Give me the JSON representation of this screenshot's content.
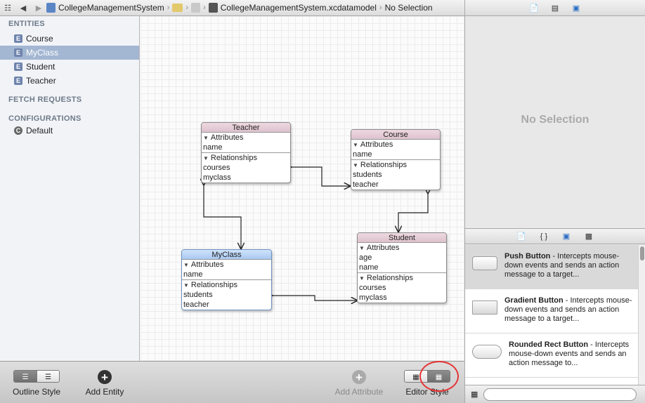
{
  "jumpbar": {
    "crumbs": [
      "CollegeManagementSystem",
      "",
      "",
      "CollegeManagementSystem.xcdatamodel",
      "No Selection"
    ]
  },
  "sidebar": {
    "entities_header": "ENTITIES",
    "entities": [
      {
        "label": "Course",
        "selected": false
      },
      {
        "label": "MyClass",
        "selected": true
      },
      {
        "label": "Student",
        "selected": false
      },
      {
        "label": "Teacher",
        "selected": false
      }
    ],
    "fetch_header": "FETCH REQUESTS",
    "config_header": "CONFIGURATIONS",
    "configurations": [
      {
        "label": "Default"
      }
    ]
  },
  "diagram": {
    "teacher": {
      "title": "Teacher",
      "attributes_label": "Attributes",
      "attributes": [
        "name"
      ],
      "relationships_label": "Relationships",
      "relationships": [
        "courses",
        "myclass"
      ]
    },
    "course": {
      "title": "Course",
      "attributes_label": "Attributes",
      "attributes": [
        "name"
      ],
      "relationships_label": "Relationships",
      "relationships": [
        "students",
        "teacher"
      ]
    },
    "student": {
      "title": "Student",
      "attributes_label": "Attributes",
      "attributes": [
        "age",
        "name"
      ],
      "relationships_label": "Relationships",
      "relationships": [
        "courses",
        "myclass"
      ]
    },
    "myclass": {
      "title": "MyClass",
      "attributes_label": "Attributes",
      "attributes": [
        "name"
      ],
      "relationships_label": "Relationships",
      "relationships": [
        "students",
        "teacher"
      ]
    }
  },
  "toolbar": {
    "outline_style_label": "Outline Style",
    "add_entity_label": "Add Entity",
    "add_attribute_label": "Add Attribute",
    "editor_style_label": "Editor Style"
  },
  "inspector": {
    "empty_text": "No Selection"
  },
  "library": {
    "items": [
      {
        "name": "Push Button",
        "desc": " - Intercepts mouse-down events and sends an action message to a target..."
      },
      {
        "name": "Gradient Button",
        "desc": " - Intercepts mouse-down events and sends an action message to a target..."
      },
      {
        "name": "Rounded Rect Button",
        "desc": " - Intercepts mouse-down events and sends an action message to..."
      }
    ],
    "filter_placeholder": ""
  },
  "colors": {
    "selection_blue": "#a3b6d2",
    "entity_header_pink": "#dcc1cc",
    "entity_header_selected": "#a9c8f0",
    "highlight_ring": "#e53535"
  }
}
